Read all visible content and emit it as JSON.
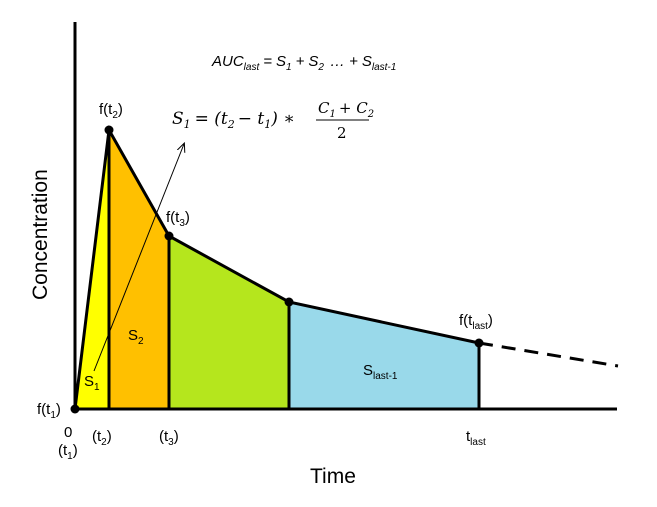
{
  "formula_top": {
    "auc": "AUC",
    "auc_sub": "last",
    "eq": "=",
    "s": "S",
    "sub1": "1",
    "plus1": "+",
    "sub2": "2",
    "dots": "… +",
    "sub_last": "last-1"
  },
  "formula_s1": {
    "lhs": "S",
    "lhs_sub": "1",
    "mid": "= (t",
    "t2_sub": "2",
    "minus": "− t",
    "t1_sub": "1",
    "close": ") ∗",
    "num": "C",
    "num_sub1": "1",
    "num_plus": "+ C",
    "num_sub2": "2",
    "den": "2"
  },
  "axes": {
    "ylabel": "Concentration",
    "xlabel": "Time"
  },
  "labels": {
    "f": "f(t",
    "close_paren": ")",
    "t2_sub": "2",
    "t3_sub": "3",
    "t1_sub": "1",
    "last_sub": "last",
    "zero": "0",
    "t_open": "(t",
    "t": "t",
    "S": "S"
  },
  "colors": {
    "s1": "#ffff00",
    "s2": "#ffc000",
    "s3": "#b5e61d",
    "s_last": "#99d9ea",
    "line": "#000000"
  }
}
